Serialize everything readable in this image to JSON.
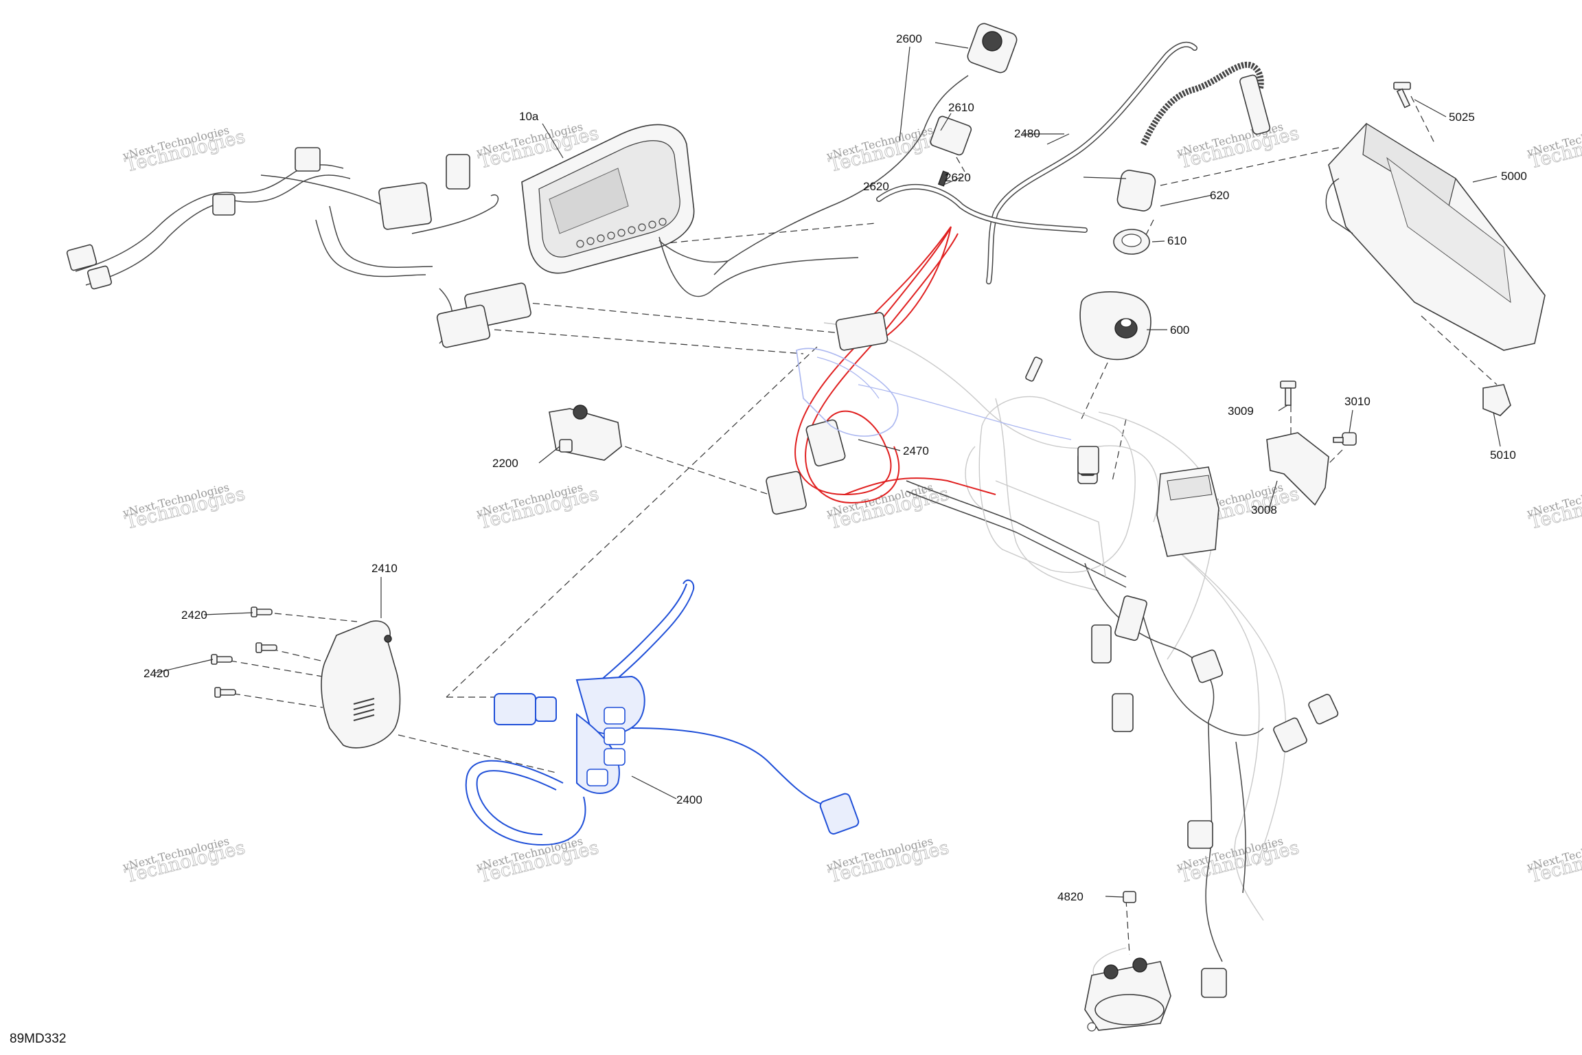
{
  "figure_code": "89MD332",
  "callouts": {
    "c10a": "10a",
    "c600": "600",
    "c610": "610",
    "c620": "620",
    "c2200": "2200",
    "c2400": "2400",
    "c2410": "2410",
    "c2420a": "2420",
    "c2420b": "2420",
    "c2470": "2470",
    "c2480": "2480",
    "c2600": "2600",
    "c2610": "2610",
    "c2620a": "2620",
    "c2620b": "2620",
    "c3008": "3008",
    "c3009": "3009",
    "c3010": "3010",
    "c4820": "4820",
    "c5000": "5000",
    "c5010": "5010",
    "c5025": "5025"
  },
  "watermark": {
    "line1": "vNext Technologies",
    "line2": "Technologies"
  },
  "colors": {
    "highlight_red": "#e02020",
    "highlight_blue": "#1f4fd8",
    "ghost_blue": "#aab6f0"
  }
}
